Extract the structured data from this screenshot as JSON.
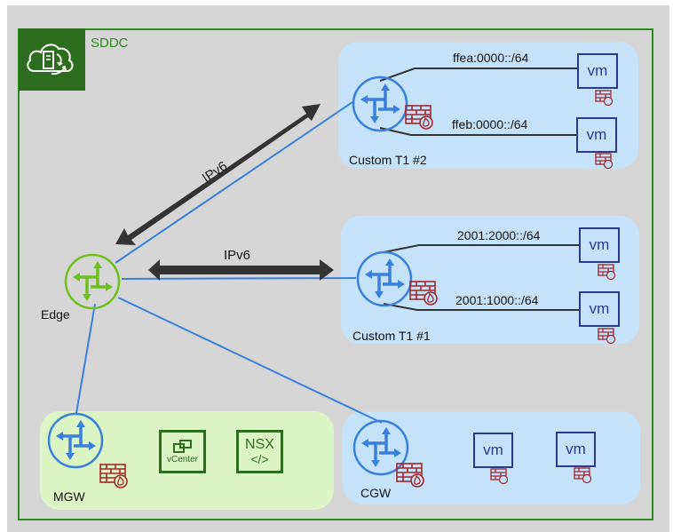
{
  "diagram": {
    "title": "SDDC",
    "colors": {
      "sddc_green": "#2e8b1e",
      "badge_green": "#2d6e1e",
      "link_blue": "#3a7fdb",
      "router_blue": "#3a7fdb",
      "edge_green": "#6fbf1e",
      "firewall_red": "#a3262a",
      "vm_navy": "#2b3a8f",
      "arrow_dark": "#333333",
      "zone_blue": "#c4e3fb",
      "zone_green": "#dcf5c4"
    },
    "edge": {
      "label": "Edge",
      "icon": "router-icon"
    },
    "links": [
      {
        "from": "Edge",
        "to": "Custom T1 #2",
        "protocol": "IPv6"
      },
      {
        "from": "Edge",
        "to": "Custom T1 #1",
        "protocol": "IPv6"
      },
      {
        "from": "Edge",
        "to": "CGW"
      },
      {
        "from": "Edge",
        "to": "MGW"
      }
    ],
    "zones": {
      "t1_2": {
        "label": "Custom T1 #2",
        "segments": [
          {
            "cidr": "ffea:0000::/64",
            "vm": "vm"
          },
          {
            "cidr": "ffeb:0000::/64",
            "vm": "vm"
          }
        ]
      },
      "t1_1": {
        "label": "Custom T1 #1",
        "segments": [
          {
            "cidr": "2001:2000::/64",
            "vm": "vm"
          },
          {
            "cidr": "2001:1000::/64",
            "vm": "vm"
          }
        ]
      },
      "mgw": {
        "label": "MGW",
        "tiles": [
          {
            "name": "vCenter",
            "icon": "vcenter-icon"
          },
          {
            "name": "NSX",
            "sub": "</>",
            "icon": "nsx-icon"
          }
        ]
      },
      "cgw": {
        "label": "CGW",
        "vms": [
          "vm",
          "vm"
        ]
      }
    },
    "arrow_labels": {
      "diagonal": "IPv6",
      "horizontal": "IPv6"
    }
  }
}
